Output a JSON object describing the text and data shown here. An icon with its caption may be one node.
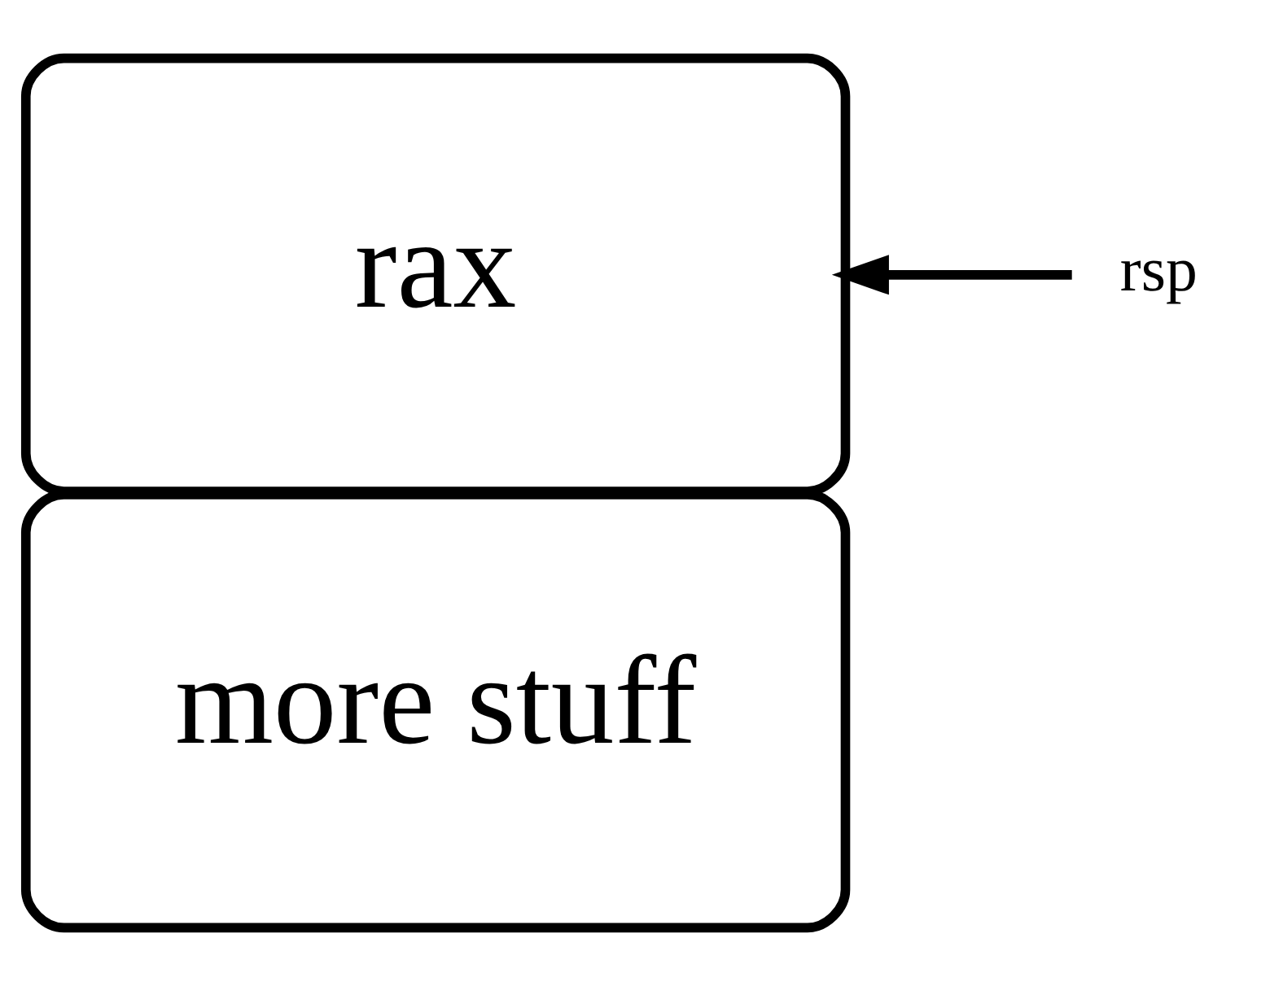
{
  "diagram": {
    "nodes": [
      {
        "text": [
          "more stuff"
        ]
      },
      {
        "text": [
          "rax"
        ]
      },
      {
        "text": [
          "rsp"
        ]
      }
    ],
    "edges": [
      {
        "from": 2,
        "to": 1,
        "arrow": "to"
      }
    ]
  }
}
